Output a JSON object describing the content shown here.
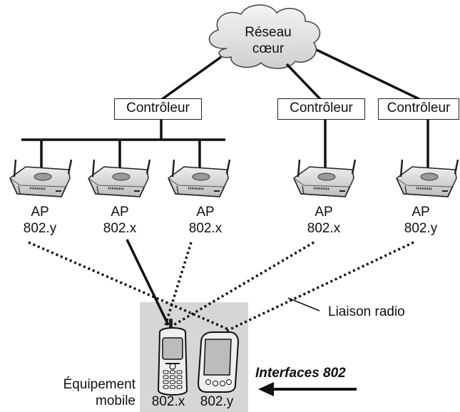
{
  "core_network": {
    "line1": "Réseau",
    "line2": "cœur"
  },
  "controllers": [
    {
      "label": "Contrôleur"
    },
    {
      "label": "Contrôleur"
    },
    {
      "label": "Contrôleur"
    }
  ],
  "access_points": [
    {
      "type": "AP",
      "standard": "802.y"
    },
    {
      "type": "AP",
      "standard": "802.x"
    },
    {
      "type": "AP",
      "standard": "802.x"
    },
    {
      "type": "AP",
      "standard": "802.x"
    },
    {
      "type": "AP",
      "standard": "802.y"
    }
  ],
  "radio_link_label": "Liaison radio",
  "mobile_equipment": {
    "line1": "Équipement",
    "line2": "mobile"
  },
  "interfaces_label": "Interfaces 802",
  "interface_labels": [
    "802.x",
    "802.y"
  ],
  "colors": {
    "line": "#111111",
    "cloud": "#e2e2e2",
    "mobile_area": "#d6d6d6"
  }
}
